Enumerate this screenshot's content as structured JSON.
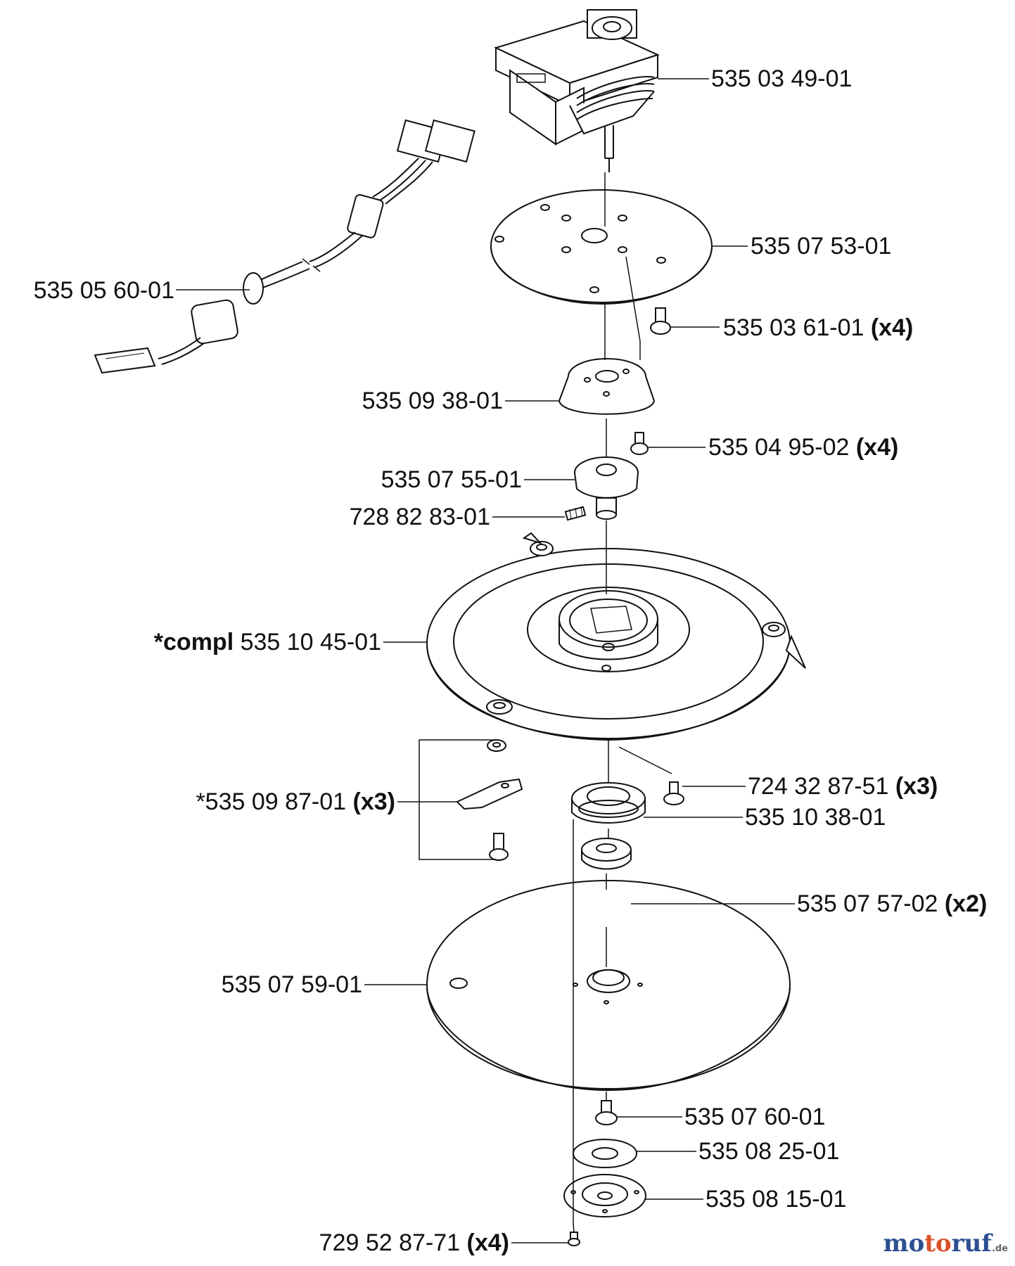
{
  "parts": [
    {
      "id": "p1",
      "number": "535 03 49-01",
      "qty": ""
    },
    {
      "id": "p2",
      "number": "535 07 53-01",
      "qty": ""
    },
    {
      "id": "p3",
      "number": "535 05 60-01",
      "qty": ""
    },
    {
      "id": "p4",
      "number": "535 03 61-01",
      "qty": "(x4)"
    },
    {
      "id": "p5",
      "number": "535 09 38-01",
      "qty": ""
    },
    {
      "id": "p6",
      "number": "535 04 95-02",
      "qty": "(x4)"
    },
    {
      "id": "p7",
      "number": "535 07 55-01",
      "qty": ""
    },
    {
      "id": "p8",
      "number": "728 82 83-01",
      "qty": ""
    },
    {
      "id": "p9",
      "prefix": "*compl",
      "number": "535 10 45-01",
      "qty": ""
    },
    {
      "id": "p10",
      "number": "724 32 87-51",
      "qty": "(x3)"
    },
    {
      "id": "p11",
      "number": "*535 09 87-01",
      "qty": "(x3)"
    },
    {
      "id": "p12",
      "number": "535 10 38-01",
      "qty": ""
    },
    {
      "id": "p13",
      "number": "535 07 57-02",
      "qty": "(x2)"
    },
    {
      "id": "p14",
      "number": "535 07 59-01",
      "qty": ""
    },
    {
      "id": "p15",
      "number": "535 07 60-01",
      "qty": ""
    },
    {
      "id": "p16",
      "number": "535 08 25-01",
      "qty": ""
    },
    {
      "id": "p17",
      "number": "535 08 15-01",
      "qty": ""
    },
    {
      "id": "p18",
      "number": "729 52 87-71",
      "qty": "(x4)"
    }
  ],
  "watermark": {
    "part1": "mo",
    "part2": "to",
    "part3": "ruf",
    "suffix": ".de"
  }
}
